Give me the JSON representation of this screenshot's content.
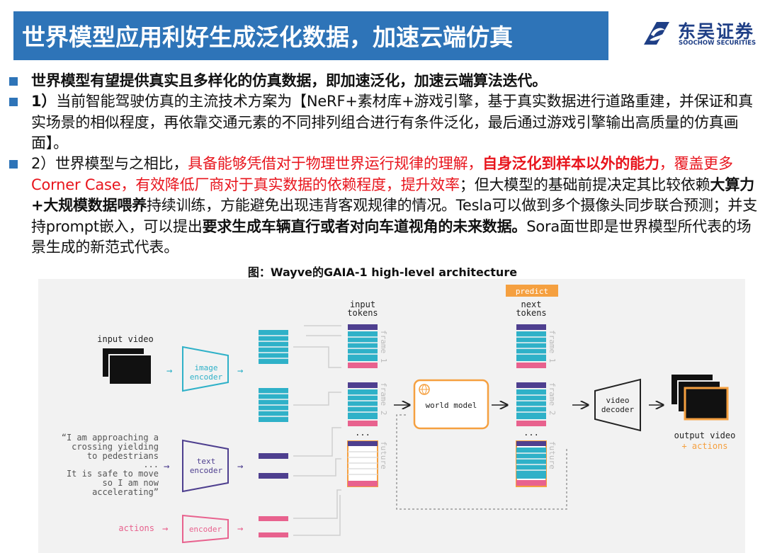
{
  "header": {
    "title": "世界模型应用利好生成泛化数据，加速云端仿真",
    "logo_cn": "东吴证券",
    "logo_en": "SOOCHOW SECURITIES"
  },
  "bullets": {
    "b1": "世界模型有望提供真实且多样化的仿真数据，即加速泛化，加速云端算法迭代。",
    "b2_prefix": "1）",
    "b2_text": "当前智能驾驶仿真的主流技术方案为【NeRF+素材库+游戏引擎，基于真实数据进行道路重建，并保证和真实场景的相似程度，再依靠交通元素的不同排列组合进行有条件泛化，最后通过游戏引擎输出高质量的仿真画面】。",
    "b3_a": "2）世界模型与之相比，",
    "b3_red1": "具备能够凭借对于物理世界运行规律的理解，",
    "b3_red_bold": "自身泛化到样本以外的能力",
    "b3_red2": "，覆盖更多Corner Case，有效降低厂商对于真实数据的依赖程度，提升效率",
    "b3_b": "；但大模型的基础前提决定其比较依赖",
    "b3_bold1": "大算力+大规模数据喂养",
    "b3_c": "持续训练，方能避免出现违背客观规律的情况。Tesla可以做到多个摄像头同步联合预测；并支持prompt嵌入，可以提出",
    "b3_bold2": "要求生成车辆直行或者对向车道视角的未来数据。",
    "b3_d": "Sora面世即是世界模型所代表的场景生成的新范式代表。"
  },
  "figure": {
    "caption": "图：Wayve的GAIA-1 high-level architecture",
    "input_video": "input video",
    "image_encoder": [
      "image",
      "encoder"
    ],
    "text_quote": [
      "“I am approaching a",
      "crossing yielding",
      "to pedestrians",
      "...",
      "It is safe to move",
      "so I am now",
      "accelerating”"
    ],
    "text_encoder": [
      "text",
      "encoder"
    ],
    "actions": "actions",
    "encoder": "encoder",
    "input_tokens": [
      "input",
      "tokens"
    ],
    "next_tokens": [
      "next",
      "tokens"
    ],
    "predict": "predict",
    "frame1": "frame 1",
    "frame2": "frame 2",
    "future": "future",
    "ellipsis": "...",
    "world_model": "world model",
    "video_decoder": [
      "video",
      "decoder"
    ],
    "output_video": "output video",
    "plus_actions": "+ actions",
    "colors": {
      "teal": "#2fb1c8",
      "purple": "#4e3f8f",
      "pink": "#e8628e",
      "orange": "#f5a040"
    }
  }
}
